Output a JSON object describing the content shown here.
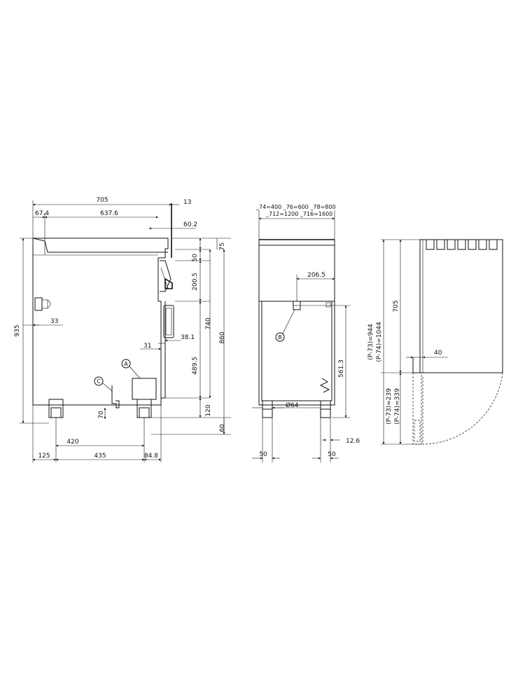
{
  "front_view": {
    "dims": {
      "w705": "705",
      "w13": "13",
      "w67_4": "67.4",
      "w637_6": "637.6",
      "w60_2": "60.2",
      "h75": "75",
      "h50": "50",
      "h200_5": "200.5",
      "h740": "740",
      "h860": "860",
      "h935": "935",
      "w33": "33",
      "h38_1": "38.1",
      "w31": "31",
      "h489_5": "489.5",
      "h120": "120",
      "h60": "60",
      "h70": "70",
      "w420": "420",
      "w125": "125",
      "w435": "435",
      "w84_8": "84.8"
    },
    "callouts": {
      "a": "A",
      "c": "C"
    }
  },
  "side_view": {
    "dims": {
      "models_row1": "_74=400  _76=600  _78=800",
      "models_row2": "_712=1200  _716=1600",
      "w206_5": "206.5",
      "h561_3": "561.3",
      "d64": "Ø64",
      "w50_left": "50",
      "w50_right": "50",
      "w12_6": "12.6"
    },
    "callouts": {
      "b": "B"
    }
  },
  "lid_view": {
    "dims": {
      "h705": "705",
      "w40": "40",
      "p73_944": "(P-73)=944",
      "p74_1044": "(P-74)=1044",
      "p73_239": "(P-73)=239",
      "p74_339": "(P-74)=339"
    }
  }
}
